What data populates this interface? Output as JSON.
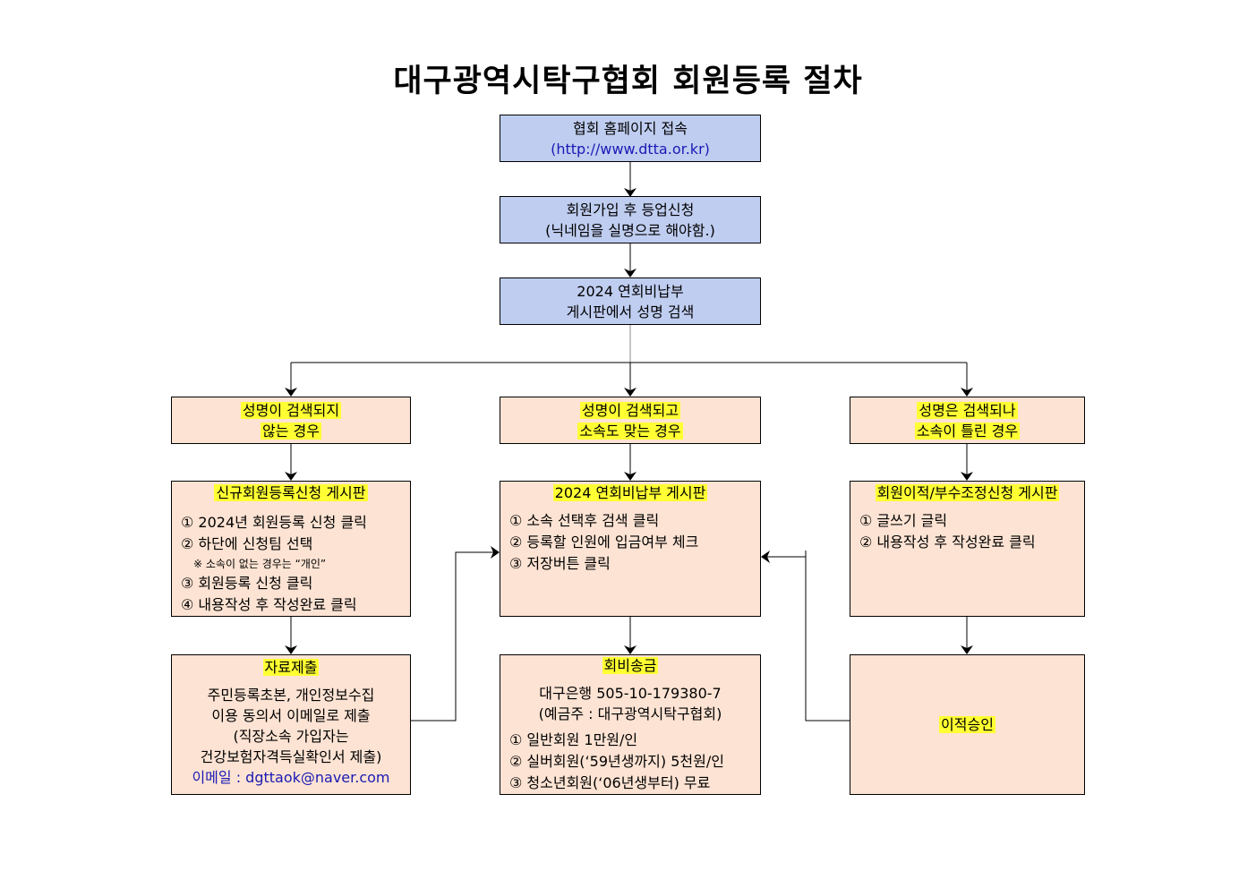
{
  "title": "대구광역시탁구협회 회원등록 절차",
  "colors": {
    "blue_box": "#bfcdf0",
    "peach_box": "#fde3d3",
    "highlight": "#ffff33",
    "link_text": "#1a1ab5"
  },
  "step1": {
    "line1": "협회 홈페이지 접속",
    "line2": "(http://www.dtta.or.kr)"
  },
  "step2": {
    "line1": "회원가입 후 등업신청",
    "line2": "(닉네임을 실명으로 해야함.)"
  },
  "step3": {
    "line1": "2024 연회비납부",
    "line2": "게시판에서 성명 검색"
  },
  "case_left": {
    "line1": "성명이 검색되지",
    "line2": "않는 경우"
  },
  "case_mid": {
    "line1": "성명이 검색되고",
    "line2": "소속도 맞는 경우"
  },
  "case_right": {
    "line1": "성명은 검색되나",
    "line2": "소속이 틀린 경우"
  },
  "board_left": {
    "header": "신규회원등록신청 게시판",
    "item1": "① 2024년 회원등록 신청 클릭",
    "item2": "② 하단에 신청팀 선택",
    "note": "※ 소속이 없는 경우는 “개인”",
    "item3": "③ 회원등록 신청 클릭",
    "item4": "④ 내용작성 후 작성완료 클릭"
  },
  "board_mid": {
    "header": "2024 연회비납부 게시판",
    "item1": "① 소속 선택후 검색 클릭",
    "item2": "② 등록할 인원에 입금여부 체크",
    "item3": "③ 저장버튼 클릭"
  },
  "board_right": {
    "header": "회원이적/부수조정신청 게시판",
    "item1": "① 글쓰기 글릭",
    "item2": "② 내용작성 후 작성완료 클릭"
  },
  "submit": {
    "header": "자료제출",
    "line1": "주민등록초본, 개인정보수집",
    "line2": "이용 동의서 이메일로 제출",
    "line3": "(직장소속 가입자는",
    "line4": "건강보험자격득실확인서 제출)",
    "email": "이메일 : dgttaok@naver.com"
  },
  "payment": {
    "header": "회비송금",
    "bank": "대구은행 505-10-179380-7",
    "holder": "(예금주 : 대구광역시탁구협회)",
    "fee1": "① 일반회원 1만원/인",
    "fee2": "② 실버회원(‘59년생까지) 5천원/인",
    "fee3": "③ 청소년회원(‘06년생부터) 무료"
  },
  "approval": {
    "label": "이적승인"
  }
}
